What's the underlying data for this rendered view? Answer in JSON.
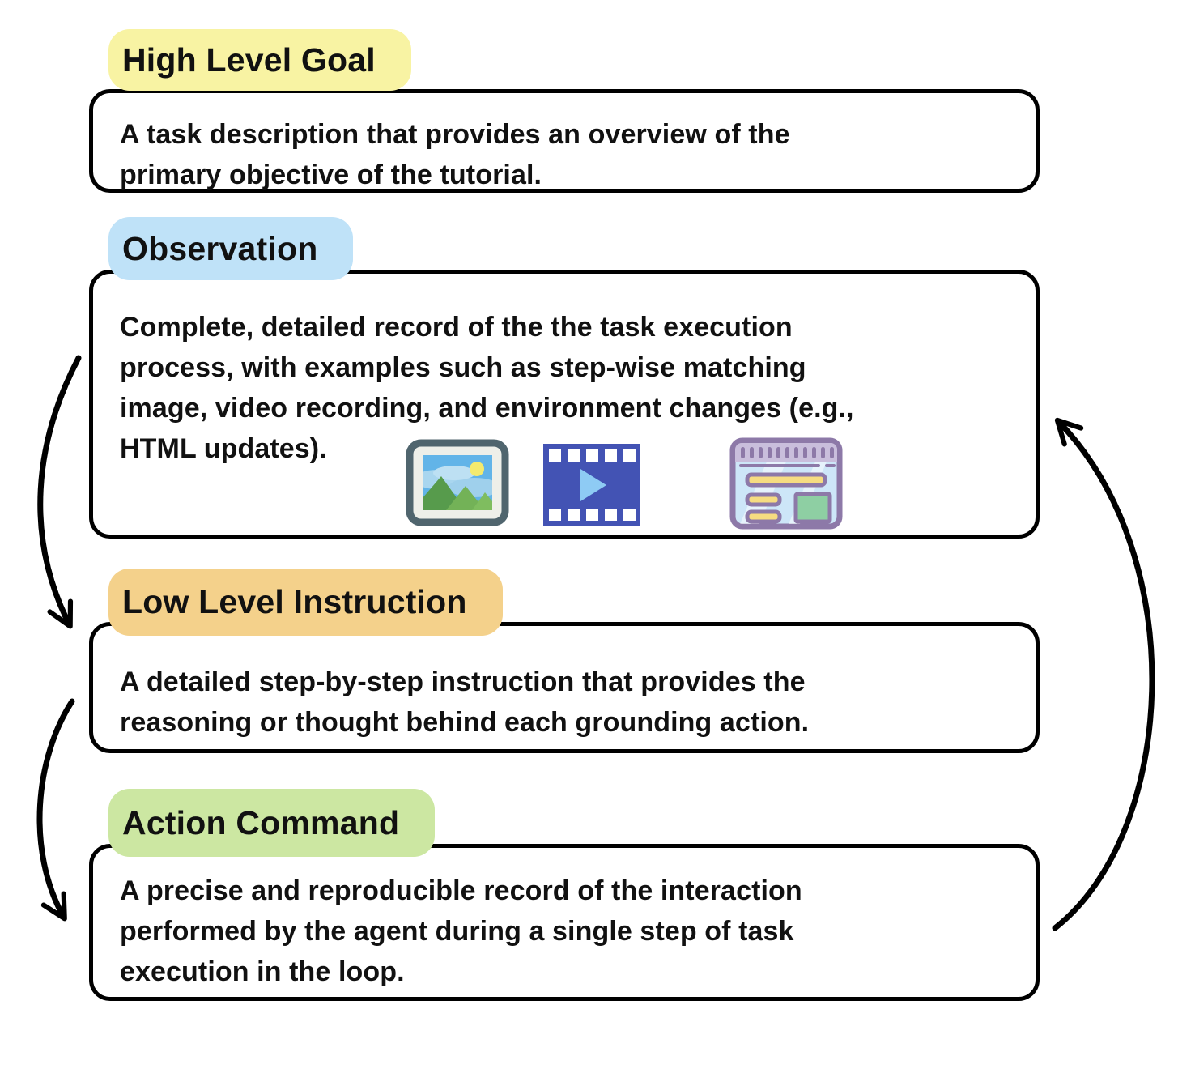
{
  "diagram": {
    "title": "Tutorial-to-agent data loop diagram",
    "boxes": [
      {
        "id": "high-level-goal",
        "label": "High Level Goal",
        "label_color": "#F8F3A3",
        "body": "A task description that provides an overview of the\nprimary objective of the tutorial."
      },
      {
        "id": "observation",
        "label": "Observation",
        "label_color": "#BFE2F8",
        "body": "Complete, detailed record of the the task execution\nprocess, with examples such as step-wise matching\nimage, video recording, and environment changes (e.g.,\nHTML updates).",
        "icons": [
          "image-icon",
          "video-icon",
          "webpage-icon"
        ]
      },
      {
        "id": "low-level-instruction",
        "label": "Low Level Instruction",
        "label_color": "#F4D18B",
        "body": "A detailed step-by-step instruction that provides the\nreasoning or thought behind each grounding action."
      },
      {
        "id": "action-command",
        "label": "Action Command",
        "label_color": "#CCE7A2",
        "body": "A precise and reproducible record of the interaction\nperformed by the agent during a single step of task\nexecution in the loop."
      }
    ],
    "arrows": [
      {
        "from": "observation",
        "to": "low-level-instruction",
        "side": "left"
      },
      {
        "from": "low-level-instruction",
        "to": "action-command",
        "side": "left"
      },
      {
        "from": "action-command",
        "to": "observation",
        "side": "right"
      }
    ],
    "colors": {
      "background": "#FFFFFF",
      "box_border": "#000000",
      "text": "#111111",
      "arrow": "#000000",
      "highlight_yellow": "#F8F3A3",
      "highlight_blue": "#BFE2F8",
      "highlight_orange": "#F4D18B",
      "highlight_green": "#CCE7A2"
    }
  }
}
